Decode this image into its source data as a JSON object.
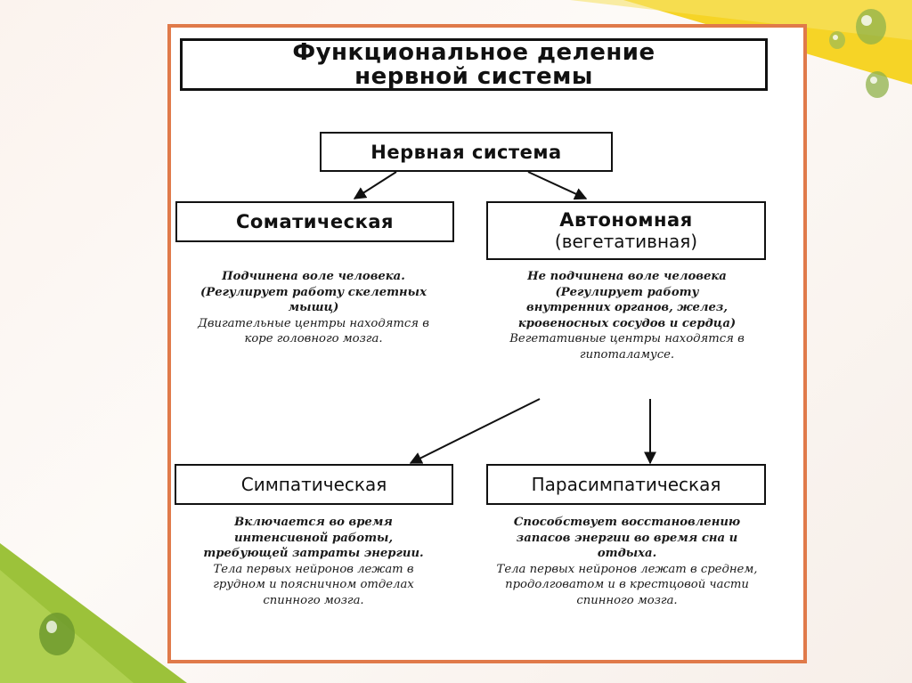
{
  "title": {
    "line1": "Функциональное деление",
    "line2": "нервной системы"
  },
  "root": "Нервная система",
  "somatic": {
    "label": "Соматическая",
    "desc_bold": "Подчинена воле человека. (Регулирует работу скелетных мышц)",
    "desc": "Двигательные центры находятся в коре головного мозга."
  },
  "autonomic": {
    "label": "Автономная",
    "sublabel": "(вегетативная)",
    "desc_bold": "Не подчинена воле человека (Регулирует работу внутренних органов, желез, кровеносных сосудов и сердца)",
    "desc": "Вегетативные центры находятся в гипоталамусе."
  },
  "sympathetic": {
    "label": "Симпатическая",
    "desc_bold": "Включается во время интенсивной работы, требующей затраты энергии.",
    "desc": "Тела первых нейронов лежат в грудном и поясничном отделах спинного мозга."
  },
  "parasympathetic": {
    "label": "Парасимпатическая",
    "desc_bold": "Способствует восстановлению запасов энергии во время сна и отдыха.",
    "desc": "Тела первых нейронов лежат в среднем, продолговатом и в крестцовой части спинного мозга."
  },
  "colors": {
    "frame": "#e07a4a",
    "accent_yellow": "#f5d21a",
    "accent_green": "#9cc23a"
  }
}
